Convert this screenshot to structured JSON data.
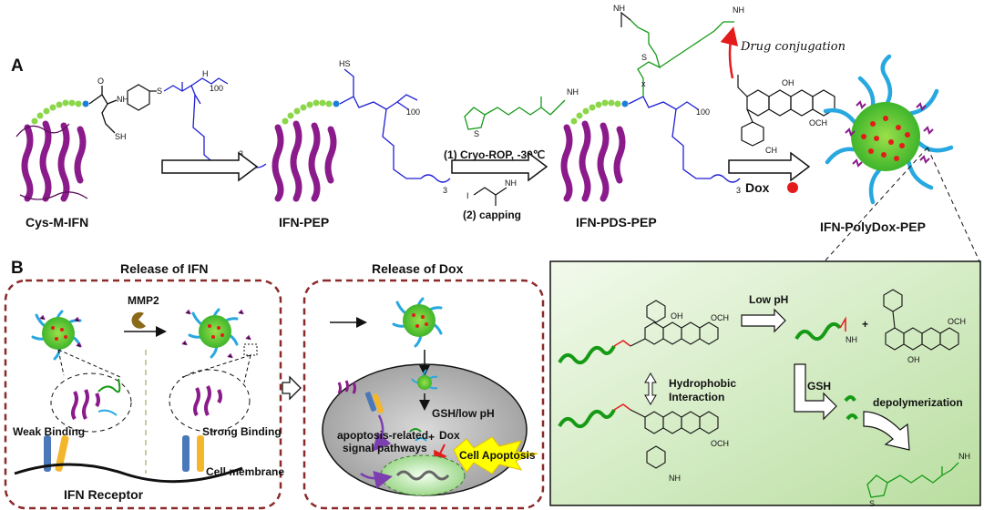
{
  "panel_a": {
    "letter": "A",
    "labels": {
      "cys_m_ifn": "Cys-M-IFN",
      "ifn_pep": "IFN-PEP",
      "ifn_pds_pep": "IFN-PDS-PEP",
      "ifn_polydox_pep": "IFN-PolyDox-PEP"
    },
    "step1": "(1) Cryo-ROP, -30℃",
    "step2": "(2) capping",
    "drug_conjugation": "Drug conjugation",
    "dox": "Dox",
    "chem": {
      "sh": "SH",
      "hs": "HS",
      "nh2": "NH",
      "sub100": "100",
      "sub3": "3",
      "subx": "x",
      "och3": "OCH",
      "oh": "OH",
      "o": "O",
      "h": "H",
      "n": "N",
      "s": "S",
      "i": "I",
      "ch3": "CH",
      "nh2_sugar": "NH"
    }
  },
  "panel_b": {
    "letter": "B",
    "release_ifn": "Release of IFN",
    "release_dox": "Release of Dox",
    "mmp2": "MMP2",
    "weak_binding": "Weak Binding",
    "strong_binding": "Strong Binding",
    "cell_membrane": "Cell membrane",
    "ifn_receptor": "IFN Receptor",
    "gsh_low_ph": "GSH/low pH",
    "plus": "+",
    "dox": "Dox",
    "apoptosis_pathways_line1": "apoptosis-related",
    "apoptosis_pathways_line2": "signal pathways",
    "cell_apoptosis": "Cell Apoptosis"
  },
  "inset": {
    "low_ph": "Low pH",
    "hydrophobic_line1": "Hydrophobic",
    "hydrophobic_line2": "Interaction",
    "gsh": "GSH",
    "depolymerization": "depolymerization",
    "plus": "+"
  },
  "colors": {
    "protein": "#8b1a8b",
    "peg": "#1f1fd6",
    "polymer_green": "#169a16",
    "dashed_box": "#8b2a2a",
    "inset_bg": "#d5ecc6",
    "dox_red": "#e41b1b",
    "micelle_blue": "#28a8e0",
    "apoptosis_yellow": "#ffff00"
  }
}
